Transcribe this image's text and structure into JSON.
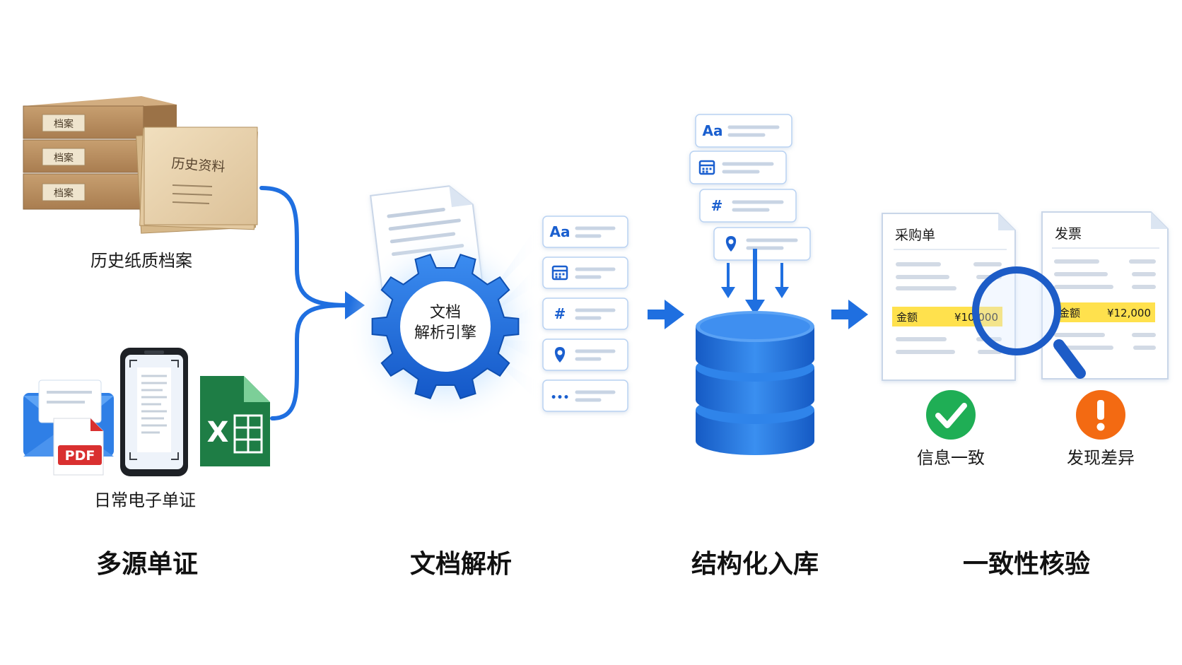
{
  "sources": {
    "archive": {
      "box_label": "档案",
      "paper_title": "历史资料",
      "caption": "历史纸质档案"
    },
    "electronic": {
      "pdf_label": "PDF",
      "excel_label": "X",
      "caption": "日常电子单证"
    }
  },
  "engine": {
    "line1": "文档",
    "line2": "解析引擎"
  },
  "parsed_fields": [
    {
      "icon": "text-icon",
      "glyph": "Aa"
    },
    {
      "icon": "calendar-icon",
      "glyph": ""
    },
    {
      "icon": "number-icon",
      "glyph": "#"
    },
    {
      "icon": "location-icon",
      "glyph": ""
    },
    {
      "icon": "more-icon",
      "glyph": "•••"
    }
  ],
  "stored_fields": [
    {
      "icon": "text-icon",
      "glyph": "Aa"
    },
    {
      "icon": "calendar-icon",
      "glyph": ""
    },
    {
      "icon": "number-icon",
      "glyph": "#"
    },
    {
      "icon": "location-icon",
      "glyph": ""
    }
  ],
  "verification": {
    "purchase_order": {
      "title": "采购单",
      "amount_label": "金额",
      "amount_value": "¥10,000"
    },
    "invoice": {
      "title": "发票",
      "amount_label": "金额",
      "amount_value": "¥12,000"
    },
    "consistent_label": "信息一致",
    "discrepancy_label": "发现差异"
  },
  "stages": [
    "多源单证",
    "文档解析",
    "结构化入库",
    "一致性核验"
  ],
  "colors": {
    "primary_blue": "#1f6fe0",
    "dark_blue": "#0f4fb0",
    "light_blue": "#eaf3ff",
    "highlight_yellow": "#ffe14d",
    "ok_green": "#1fae55",
    "warn_orange": "#f36a12",
    "kraft": "#c49a6c",
    "excel_green": "#1e7d45",
    "pdf_red": "#d93030"
  }
}
